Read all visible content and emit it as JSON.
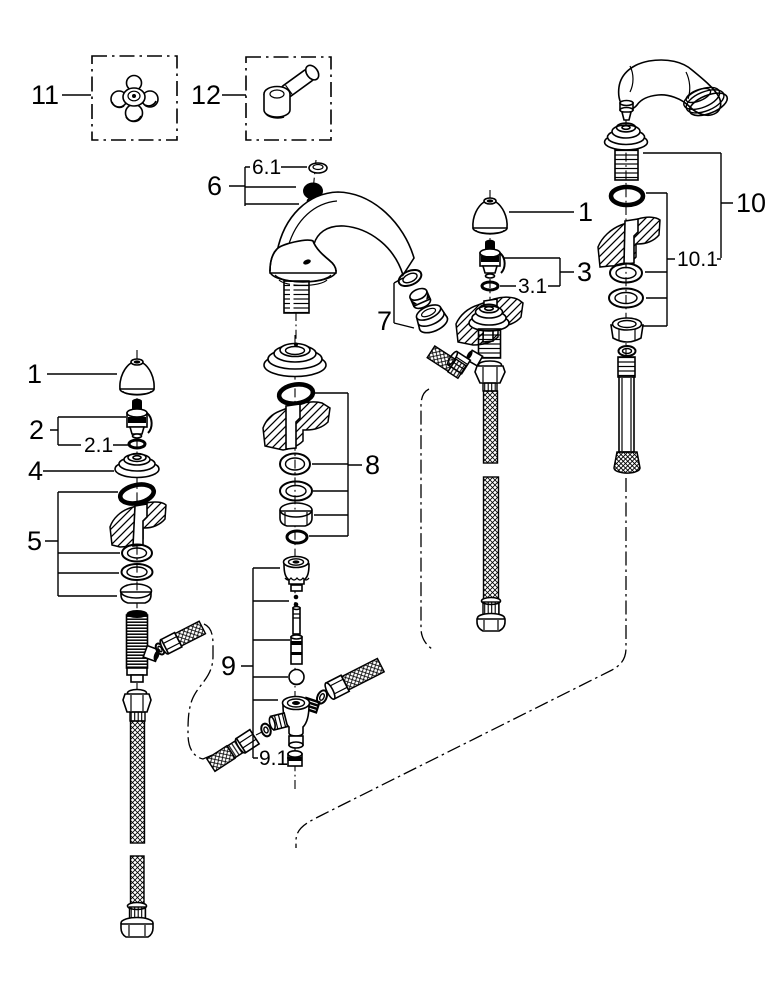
{
  "diagram": {
    "background_color": "#ffffff",
    "line_color": "#000000",
    "callouts": {
      "part1_left": "1",
      "part1_right": "1",
      "part2": "2",
      "part2_1": "2.1",
      "part3": "3",
      "part3_1": "3.1",
      "part4": "4",
      "part5": "5",
      "part6": "6",
      "part6_1": "6.1",
      "part7": "7",
      "part8": "8",
      "part9": "9",
      "part9_1": "9.1",
      "part10": "10",
      "part10_1": "10.1",
      "part11": "11",
      "part12": "12"
    }
  }
}
